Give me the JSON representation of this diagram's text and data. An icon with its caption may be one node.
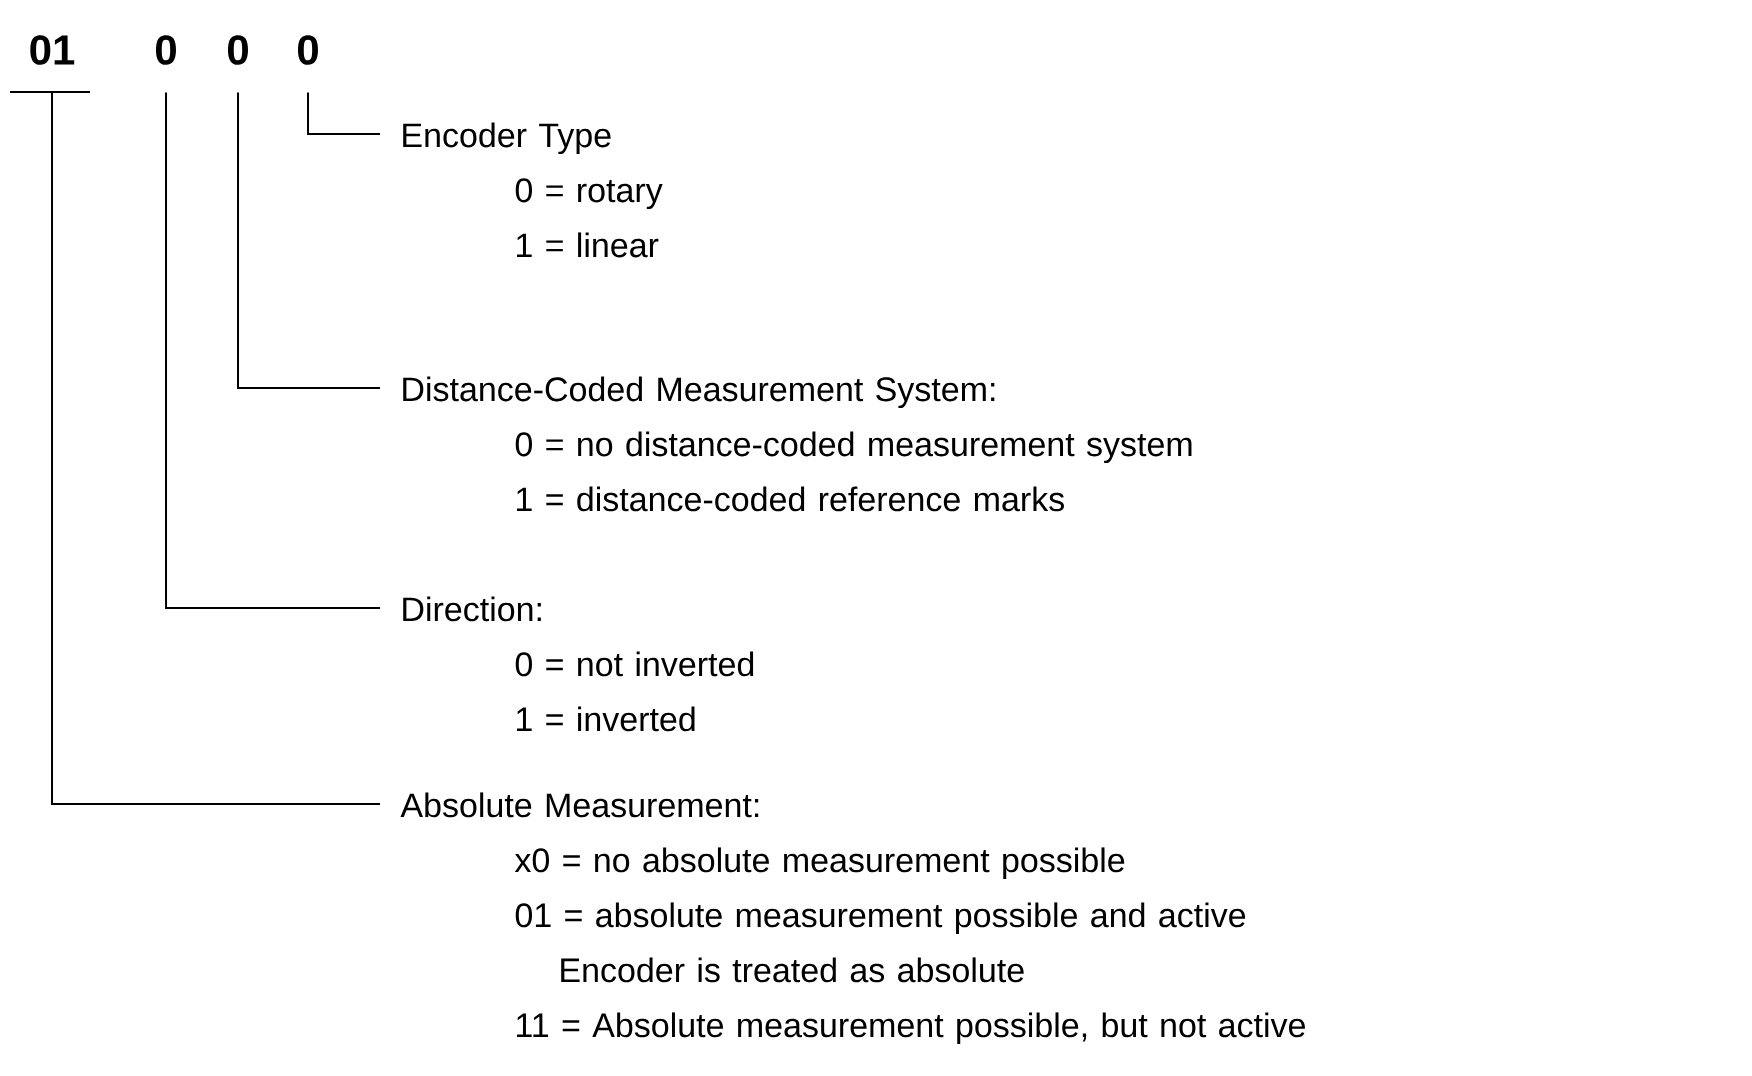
{
  "diagram": {
    "nodes": [
      {
        "text": [
          "01"
        ]
      },
      {
        "text": [
          "0"
        ]
      },
      {
        "text": [
          "0"
        ]
      },
      {
        "text": [
          "0"
        ]
      },
      {
        "text": [
          "Encoder Type",
          "0 = rotary",
          "1 = linear"
        ]
      },
      {
        "text": [
          "Distance-Coded Measurement System:",
          "0 = no distance-coded measurement system",
          "1 = distance-coded reference marks"
        ]
      },
      {
        "text": [
          "Direction:",
          "0 = not inverted",
          "1 = inverted"
        ]
      },
      {
        "text": [
          "Absolute Measurement:",
          "x0 = no absolute measurement possible",
          "01 = absolute measurement possible and active Encoder is treated as absolute",
          "11 = Absolute measurement possible, but not active"
        ]
      }
    ],
    "edges": [
      {
        "from": 3,
        "to": 4,
        "arrow": "none"
      },
      {
        "from": 2,
        "to": 5,
        "arrow": "none"
      },
      {
        "from": 1,
        "to": 6,
        "arrow": "none"
      },
      {
        "from": 0,
        "to": 7,
        "arrow": "none"
      }
    ]
  }
}
